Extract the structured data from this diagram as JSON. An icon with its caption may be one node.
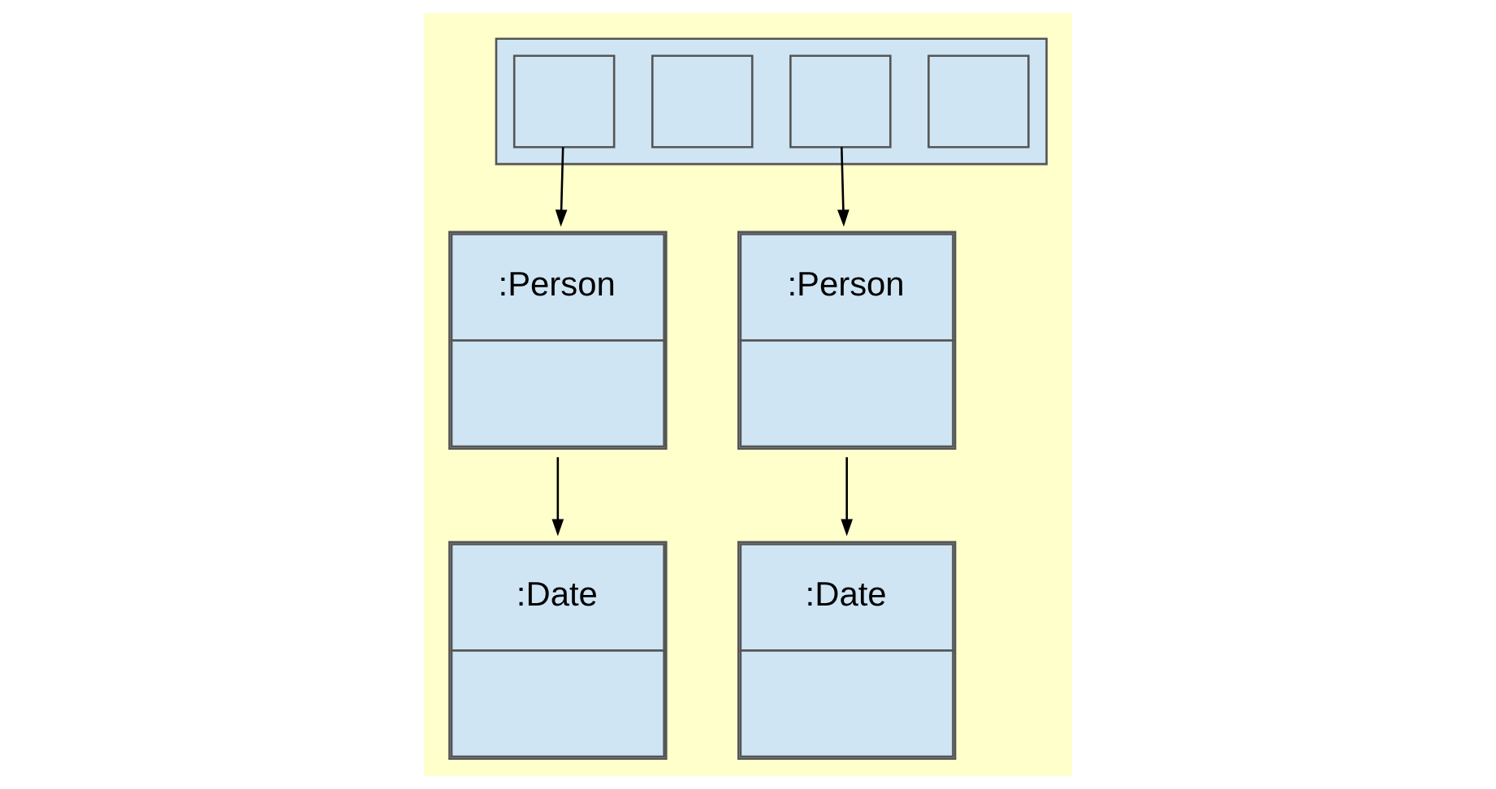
{
  "diagram": {
    "nodes": [
      {
        "text": [],
        "shape": "bar"
      },
      {
        "text": [],
        "shape": "box",
        "in": 0
      },
      {
        "text": [],
        "shape": "box",
        "in": 0
      },
      {
        "text": [],
        "shape": "box",
        "in": 0
      },
      {
        "text": [],
        "shape": "box",
        "in": 0
      },
      {
        "text": [
          ":Person"
        ]
      },
      {
        "text": [
          ":Person"
        ]
      },
      {
        "text": [
          ":Date"
        ]
      },
      {
        "text": [
          ":Date"
        ]
      }
    ],
    "edges": [
      {
        "from": 1,
        "to": 5,
        "arrow": "to"
      },
      {
        "from": 3,
        "to": 6,
        "arrow": "to"
      },
      {
        "from": 5,
        "to": 7,
        "arrow": "to"
      },
      {
        "from": 6,
        "to": 8,
        "arrow": "to"
      }
    ]
  }
}
